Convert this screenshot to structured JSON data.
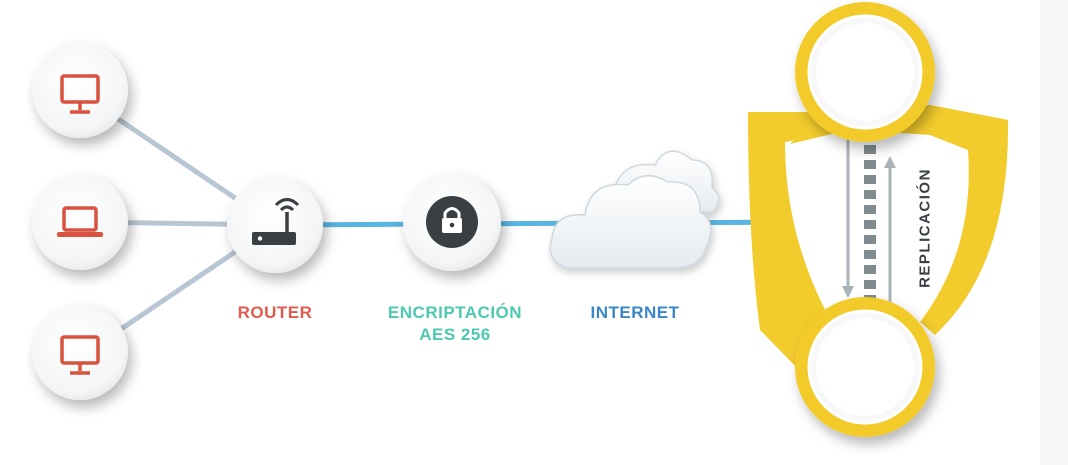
{
  "labels": {
    "router": "ROUTER",
    "encryption_line1": "ENCRIPTACIÓN",
    "encryption_line2": "AES 256",
    "internet": "INTERNET",
    "replication": "REPLICACIÓN"
  },
  "icons": {
    "client_1": "monitor-icon",
    "client_2": "laptop-icon",
    "client_3": "monitor-icon",
    "router": "wifi-router-icon",
    "encryption": "padlock-icon",
    "internet": "cloud-icon",
    "servers": "server-node-icon"
  },
  "colors": {
    "router_label": "#e05a4e",
    "encryption_label": "#4cc9b0",
    "internet_label": "#3a86c8",
    "replication_label": "#3a3f44",
    "device_icon": "#d9513f",
    "shield": "#f2cb2c",
    "link_line": "#58b4e0",
    "client_line": "#b8c6d3"
  }
}
